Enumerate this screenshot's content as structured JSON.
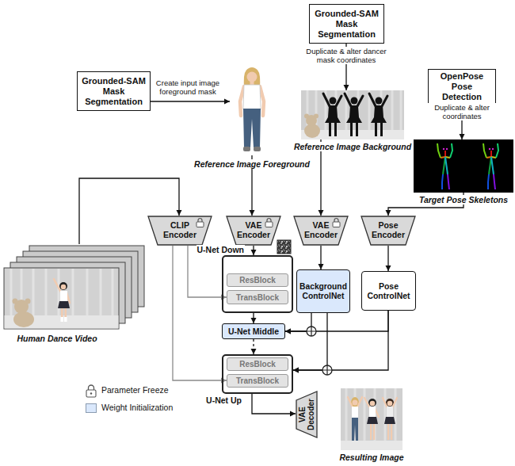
{
  "diagram": {
    "nodes": [
      {
        "text": [
          "Grounded-SAM Mask Segmentation"
        ]
      },
      {
        "text": [
          "Grounded-SAM Mask Segmentation"
        ]
      },
      {
        "text": [
          "OpenPose Pose Detection"
        ]
      },
      {
        "text": [
          "Reference Image Foreground"
        ]
      },
      {
        "text": [
          "Reference Image Background"
        ]
      },
      {
        "text": [
          "Target Pose Skeletons"
        ]
      },
      {
        "text": [
          "CLIP Encoder"
        ]
      },
      {
        "text": [
          "VAE Encoder"
        ]
      },
      {
        "text": [
          "VAE Encoder"
        ]
      },
      {
        "text": [
          "Pose Encoder"
        ]
      },
      {
        "text": [
          "Human Dance Video"
        ]
      },
      {
        "text": [
          "U-Net Down"
        ]
      },
      {
        "text": [
          "ResBlock"
        ],
        "in": 11
      },
      {
        "text": [
          "TransBlock"
        ],
        "in": 11
      },
      {
        "text": [
          "Background ControlNet"
        ]
      },
      {
        "text": [
          "Pose ControlNet"
        ]
      },
      {
        "text": [
          "U-Net Middle"
        ]
      },
      {
        "text": [
          "U-Net Up"
        ]
      },
      {
        "text": [
          "ResBlock"
        ],
        "in": 17
      },
      {
        "text": [
          "TransBlock"
        ],
        "in": 17
      },
      {
        "text": [
          "VAE Decoder"
        ]
      },
      {
        "text": [
          "Resulting Image"
        ]
      }
    ],
    "edges": [
      {
        "from": 1,
        "to": 3,
        "label": "Create input image foreground mask",
        "arrow": "to"
      },
      {
        "from": 0,
        "to": 4,
        "label": "Duplicate & alter dancer mask coordinates",
        "arrow": "to"
      },
      {
        "from": 2,
        "to": 5,
        "label": "Duplicate & alter coordinates",
        "arrow": "to"
      },
      {
        "from": 10,
        "to": 6,
        "arrow": "to"
      },
      {
        "from": 3,
        "to": 7,
        "arrow": "to"
      },
      {
        "from": 4,
        "to": 8,
        "arrow": "to"
      },
      {
        "from": 5,
        "to": 9,
        "arrow": "to"
      },
      {
        "from": 7,
        "to": 11,
        "arrow": "to"
      },
      {
        "from": 8,
        "to": 14,
        "arrow": "to"
      },
      {
        "from": 9,
        "to": 15,
        "arrow": "to"
      },
      {
        "from": 6,
        "to": 13,
        "arrow": "to"
      },
      {
        "from": 6,
        "to": 19,
        "arrow": "to"
      },
      {
        "from": 11,
        "to": 16,
        "arrow": "to"
      },
      {
        "from": 16,
        "to": 17,
        "arrow": "to"
      },
      {
        "from": 14,
        "to": 16,
        "arrow": "to"
      },
      {
        "from": 15,
        "to": 16,
        "arrow": "to"
      },
      {
        "from": 14,
        "to": 17,
        "arrow": "to"
      },
      {
        "from": 15,
        "to": 17,
        "arrow": "to"
      },
      {
        "from": 17,
        "to": 20,
        "arrow": "to"
      }
    ],
    "legend": [
      {
        "text": "Parameter Freeze"
      },
      {
        "text": "Weight Initialization",
        "color": "#dae8fc"
      }
    ]
  }
}
